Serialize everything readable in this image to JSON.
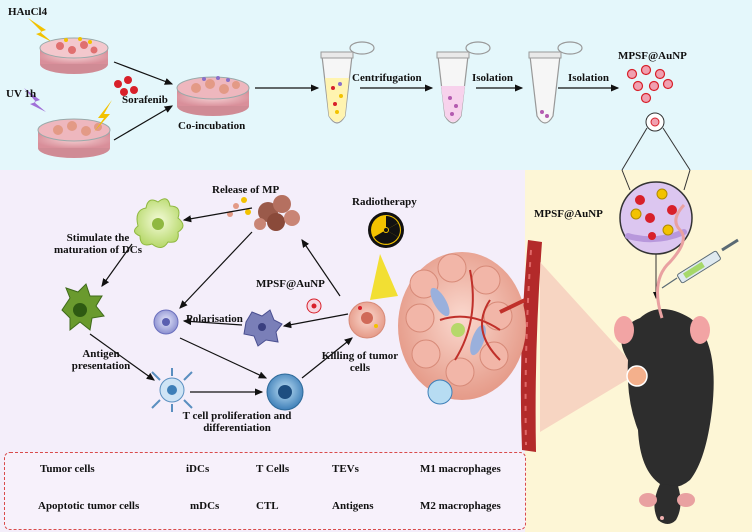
{
  "top": {
    "haucl4": "HAuCl4",
    "uv": "UV 1h",
    "sorafenib": "Sorafenib",
    "coincubation": "Co-incubation",
    "centrifugation": "Centrifugation",
    "isolation1": "Isolation",
    "isolation2": "Isolation",
    "product": "MPSF@AuNP"
  },
  "cycle": {
    "release": "Release of MP",
    "radiotherapy": "Radiotherapy",
    "stimulate": "Stimulate the maturation of DCs",
    "mpsf": "MPSF@AuNP",
    "polarisation": "Polarisation",
    "antigen": "Antigen presentation",
    "killing": "Killing of tumor cells",
    "tcell": "T cell proliferation and differentiation"
  },
  "right": {
    "mpsf": "MPSF@AuNP"
  },
  "legend": {
    "tumor": "Tumor cells",
    "idcs": "iDCs",
    "tcells": "T Cells",
    "tevs": "TEVs",
    "m1": "M1 macrophages",
    "apoptotic": "Apoptotic tumor cells",
    "mdcs": "mDCs",
    "ctl": "CTL",
    "antigens": "Antigens",
    "m2": "M2 macrophages"
  },
  "colors": {
    "top_bg": "#e4f7fb",
    "left_bg": "#f4eefa",
    "right_bg": "#fdf6d6",
    "legend_border": "#d94b4b",
    "tumor_pink": "#f2b6a8",
    "gold": "#f2c200",
    "red_np": "#d8202a"
  }
}
